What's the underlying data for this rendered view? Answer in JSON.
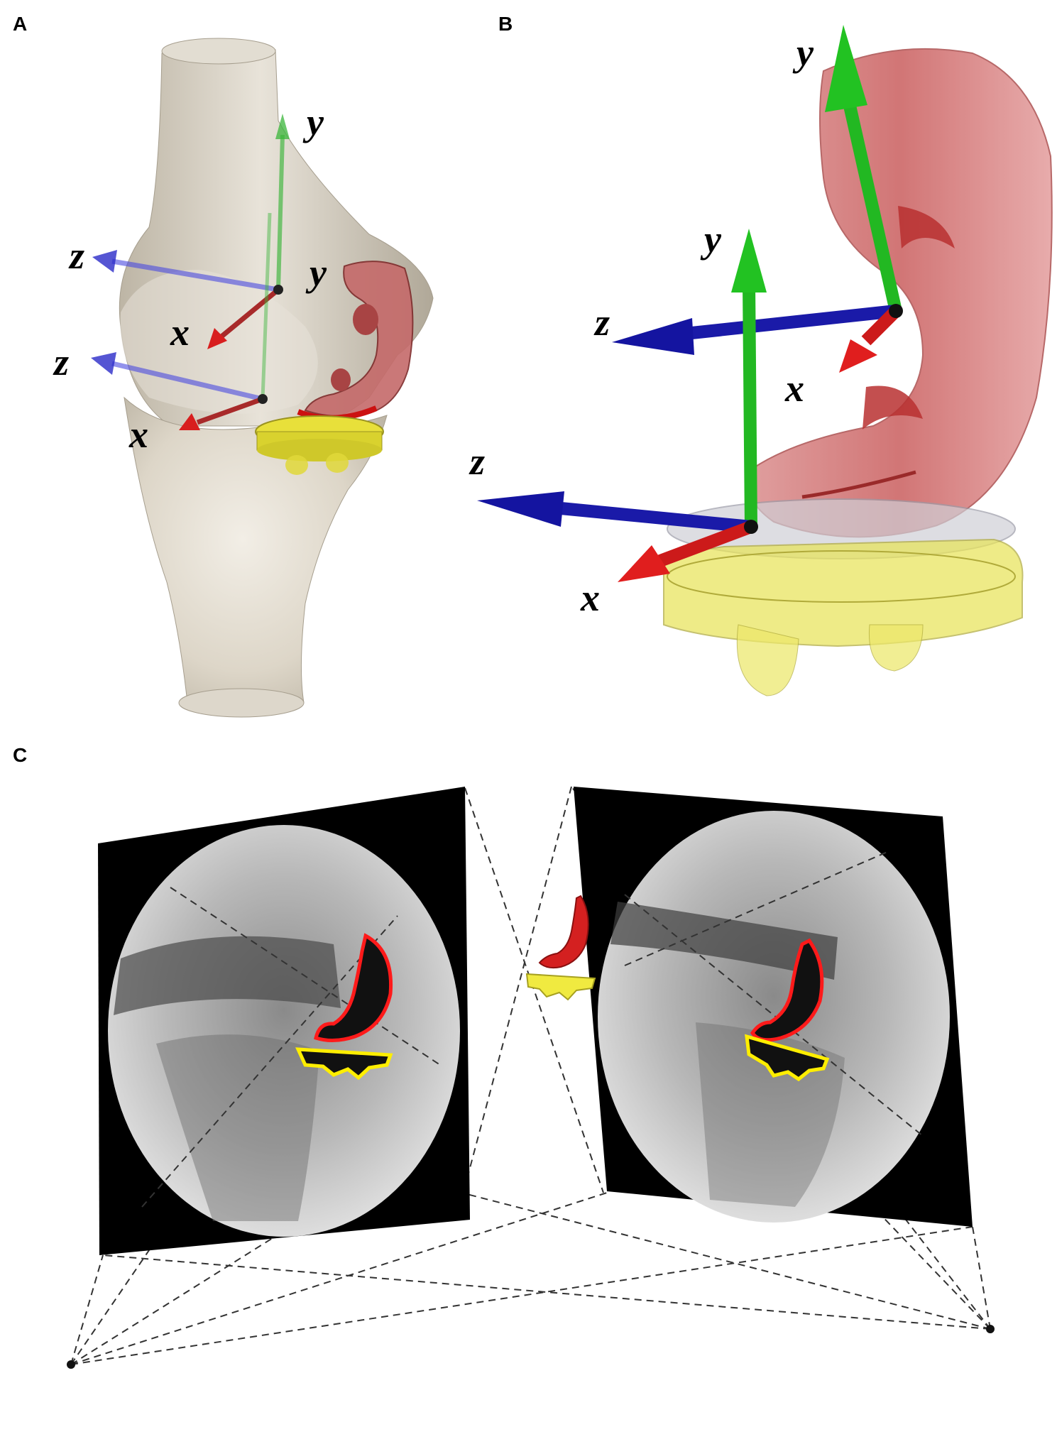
{
  "panels": {
    "a": {
      "letter": "A"
    },
    "b": {
      "letter": "B"
    },
    "c": {
      "letter": "C"
    }
  },
  "axes_a": {
    "femur": {
      "x": "x",
      "y": "y",
      "z": "z"
    },
    "tibia": {
      "x": "x",
      "y": "y",
      "z": "z"
    }
  },
  "axes_b": {
    "femoral": {
      "x": "x",
      "y": "y",
      "z": "z"
    },
    "tibial": {
      "x": "x",
      "y": "y",
      "z": "z"
    }
  },
  "colors": {
    "bone": "#d9d2c4",
    "femoral_component": "#c24a4a",
    "tibial_component": "#e6e23a",
    "axis_x": "#d81e1e",
    "axis_y": "#1fb31f",
    "axis_z": "#1a1aa8",
    "contour_femoral": "#ff1a1a",
    "contour_tibial": "#ffee00"
  }
}
